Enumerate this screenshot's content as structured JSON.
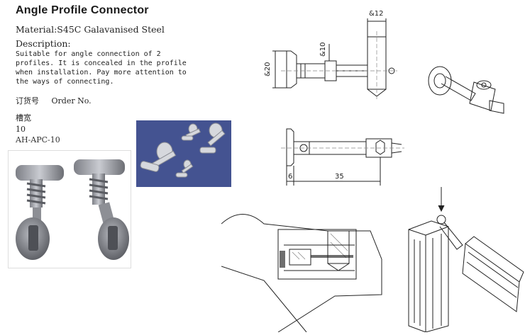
{
  "header": {
    "title": "Angle Profile Connector"
  },
  "specs": {
    "material": "Material:S45C Galavanised Steel",
    "description_label": "Description:",
    "description_text": "Suitable for angle connection of 2 profiles. It is concealed in the profile when installation. Pay more attention to the ways of connecting.",
    "order_cn": "订货号",
    "order_en": "Order No.",
    "slot_label": "槽宽",
    "slot_value": "10",
    "part_code": "AH-APC-10"
  },
  "dimensions": {
    "d_12": "&12",
    "d_10": "&10",
    "d_20": "&20",
    "d_6": "6",
    "d_35": "35"
  },
  "figures": [
    {
      "name": "connector-photo-pair",
      "kind": "photo"
    },
    {
      "name": "connector-photo-blue",
      "kind": "photo"
    },
    {
      "name": "side-view-drawing",
      "kind": "line-drawing"
    },
    {
      "name": "top-view-drawing",
      "kind": "line-drawing"
    },
    {
      "name": "isometric-connector-drawing",
      "kind": "line-drawing"
    },
    {
      "name": "profile-section-drawing",
      "kind": "line-drawing"
    },
    {
      "name": "installation-drawing",
      "kind": "line-drawing"
    }
  ]
}
